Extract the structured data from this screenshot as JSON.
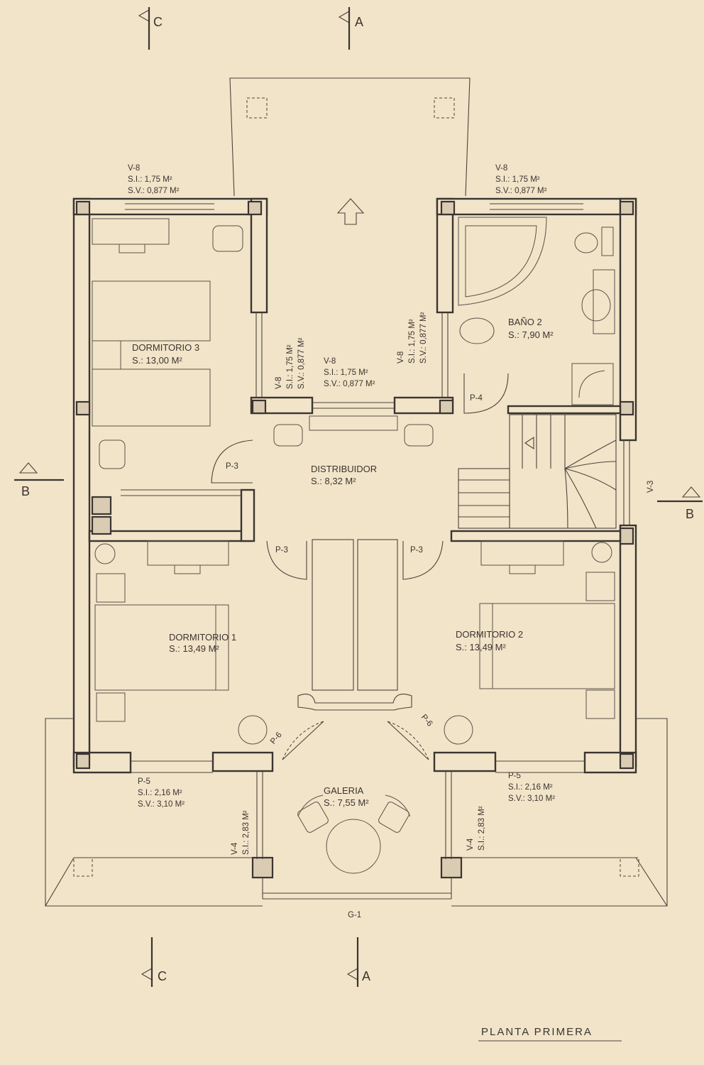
{
  "drawing_title": "PLANTA PRIMERA",
  "section_markers": {
    "a": "A",
    "b": "B",
    "c": "C"
  },
  "rooms": {
    "dormitorio_3": {
      "name": "DORMITORIO 3",
      "area": "S.: 13,00 M²"
    },
    "bano_2": {
      "name": "BAÑO 2",
      "area": "S.: 7,90 M²"
    },
    "distribuidor": {
      "name": "DISTRIBUIDOR",
      "area": "S.: 8,32 M²"
    },
    "dormitorio_1": {
      "name": "DORMITORIO 1",
      "area": "S.: 13,49 M²"
    },
    "dormitorio_2": {
      "name": "DORMITORIO 2",
      "area": "S.: 13,49 M²"
    },
    "galeria": {
      "name": "GALERIA",
      "area": "S.: 7,55 M²"
    }
  },
  "windows": {
    "v8_dorm3": {
      "code": "V-8",
      "si": "S.I.: 1,75 M²",
      "sv": "S.V.: 0,877 M²"
    },
    "v8_bano": {
      "code": "V-8",
      "si": "S.I.: 1,75 M²",
      "sv": "S.V.: 0,877 M²"
    },
    "v8_center": {
      "code": "V-8",
      "si": "S.I.: 1,75 M²",
      "sv": "S.V.: 0,877 M²"
    },
    "v8_left_vert": {
      "code": "V-8",
      "si": "S.I.: 1,75 M²",
      "sv": "S.V.: 0,877 M²"
    },
    "v8_right_vert": {
      "code": "V-8",
      "si": "S.I.: 1,75 M²",
      "sv": "S.V.: 0,877 M²"
    },
    "v3": {
      "code": "V-3"
    },
    "v4_left": {
      "code": "V-4",
      "si": "S.I.: 2,83 M²"
    },
    "v4_right": {
      "code": "V-4",
      "si": "S.I.: 2,83 M²"
    },
    "p5_left": {
      "code": "P-5",
      "si": "S.I.: 2,16 M²",
      "sv": "S.V.: 3,10 M²"
    },
    "p5_right": {
      "code": "P-5",
      "si": "S.I.: 2,16 M²",
      "sv": "S.V.: 3,10 M²"
    },
    "g1": {
      "code": "G-1"
    }
  },
  "doors": {
    "p3_dorm3": "P-3",
    "p3_dorm1": "P-3",
    "p3_dorm2": "P-3",
    "p4": "P-4",
    "p6_left": "P-6",
    "p6_right": "P-6"
  }
}
